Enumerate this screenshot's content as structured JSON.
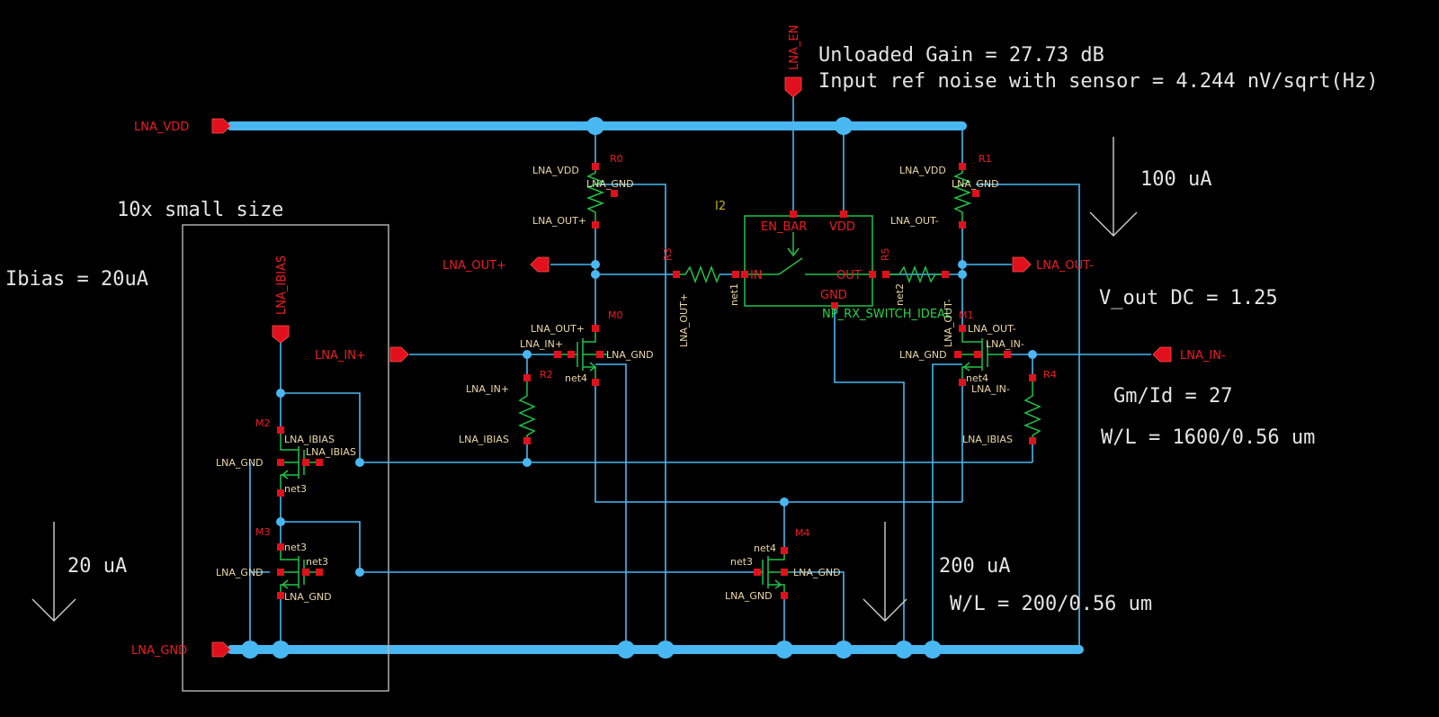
{
  "annotations": {
    "gain": "Unloaded Gain = 27.73 dB",
    "noise": "Input ref noise with sensor = 4.244 nV/sqrt(Hz)",
    "small_size": "10x small size",
    "ibias": "Ibias = 20uA",
    "i_100": "100 uA",
    "vout_dc": "V_out DC = 1.25",
    "gmid": "Gm/Id = 27",
    "wl_big": "W/L = 1600/0.56 um",
    "i_20": "20 uA",
    "i_200": "200 uA",
    "wl_small": "W/L = 200/0.56 um"
  },
  "ports": {
    "vdd": "LNA_VDD",
    "gnd": "LNA_GND",
    "en": "LNA_EN",
    "out_p": "LNA_OUT+",
    "out_n": "LNA_OUT-",
    "in_p": "LNA_IN+",
    "in_n": "LNA_IN-",
    "ibias": "LNA_IBIAS"
  },
  "instances": {
    "r0": "R0",
    "r1": "R1",
    "r2": "R2",
    "r3": "R3",
    "r4": "R4",
    "r5": "R5",
    "m0": "M0",
    "m1": "M1",
    "m2": "M2",
    "m3": "M3",
    "m4": "M4",
    "i2": "I2",
    "switch_cell": "NP_RX_SWITCH_IDEAL"
  },
  "pins": {
    "lna_vdd": "LNA_VDD",
    "lna_gnd": "LNA_GND",
    "lna_out_p": "LNA_OUT+",
    "lna_out_n": "LNA_OUT-",
    "lna_in_p": "LNA_IN+",
    "lna_in_n": "LNA_IN-",
    "lna_ibias": "LNA_IBIAS",
    "net1": "net1",
    "net2": "net2",
    "net3": "net3",
    "net4": "net4",
    "en_bar": "EN_BAR",
    "vdd": "VDD",
    "in": "IN",
    "out": "OUT",
    "gnd": "GND"
  },
  "colors": {
    "background": "#000000",
    "wire": "#49b8f2",
    "device": "#21c24a",
    "pin": "#e0101c",
    "pin_label": "#ecd7a6",
    "annotation": "#e4e4e4"
  }
}
